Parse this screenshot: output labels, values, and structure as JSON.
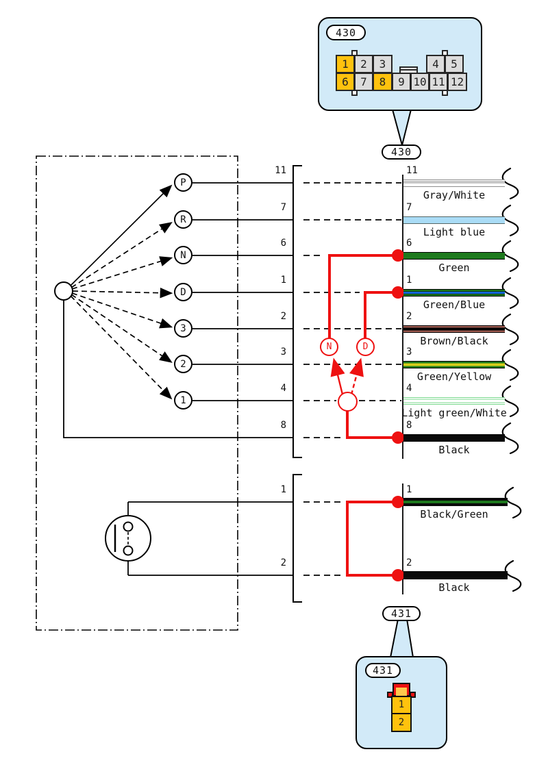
{
  "connector_430": {
    "id": "430",
    "pins_row1": [
      "1",
      "2",
      "3",
      "4",
      "5"
    ],
    "pins_row2": [
      "6",
      "7",
      "8",
      "9",
      "10",
      "11",
      "12"
    ],
    "highlighted_pins": [
      "1",
      "6",
      "8"
    ]
  },
  "connector_431": {
    "id": "431",
    "cavity_pins": [
      "1",
      "2"
    ]
  },
  "selector": {
    "positions": [
      "P",
      "R",
      "N",
      "D",
      "3",
      "2",
      "1"
    ],
    "active_marks": [
      "N",
      "D"
    ]
  },
  "rows_430": [
    {
      "pin": "11",
      "wire": "Gray/White"
    },
    {
      "pin": "7",
      "wire": "Light blue"
    },
    {
      "pin": "6",
      "wire": "Green"
    },
    {
      "pin": "1",
      "wire": "Green/Blue"
    },
    {
      "pin": "2",
      "wire": "Brown/Black"
    },
    {
      "pin": "3",
      "wire": "Green/Yellow"
    },
    {
      "pin": "4",
      "wire": "Light green/White"
    },
    {
      "pin": "8",
      "wire": "Black"
    }
  ],
  "rows_431": [
    {
      "pin": "1",
      "wire": "Black/Green"
    },
    {
      "pin": "2",
      "wire": "Black"
    }
  ],
  "colors": {
    "callout_fill": "#d2eaf8",
    "pin_highlight": "#ffc20e",
    "pin_gray": "#dcdcdc",
    "overlay_red": "#ee1111",
    "wire_green": "#1e7a1e",
    "wire_light_blue": "#aadcf6",
    "wire_brown": "#9c5a50",
    "wire_yellow": "#d8cf1a",
    "wire_light_green": "#7bd98e",
    "wire_gray": "#8e8e8e",
    "wire_blue": "#1465d8",
    "wire_black": "#0a0a0a"
  }
}
